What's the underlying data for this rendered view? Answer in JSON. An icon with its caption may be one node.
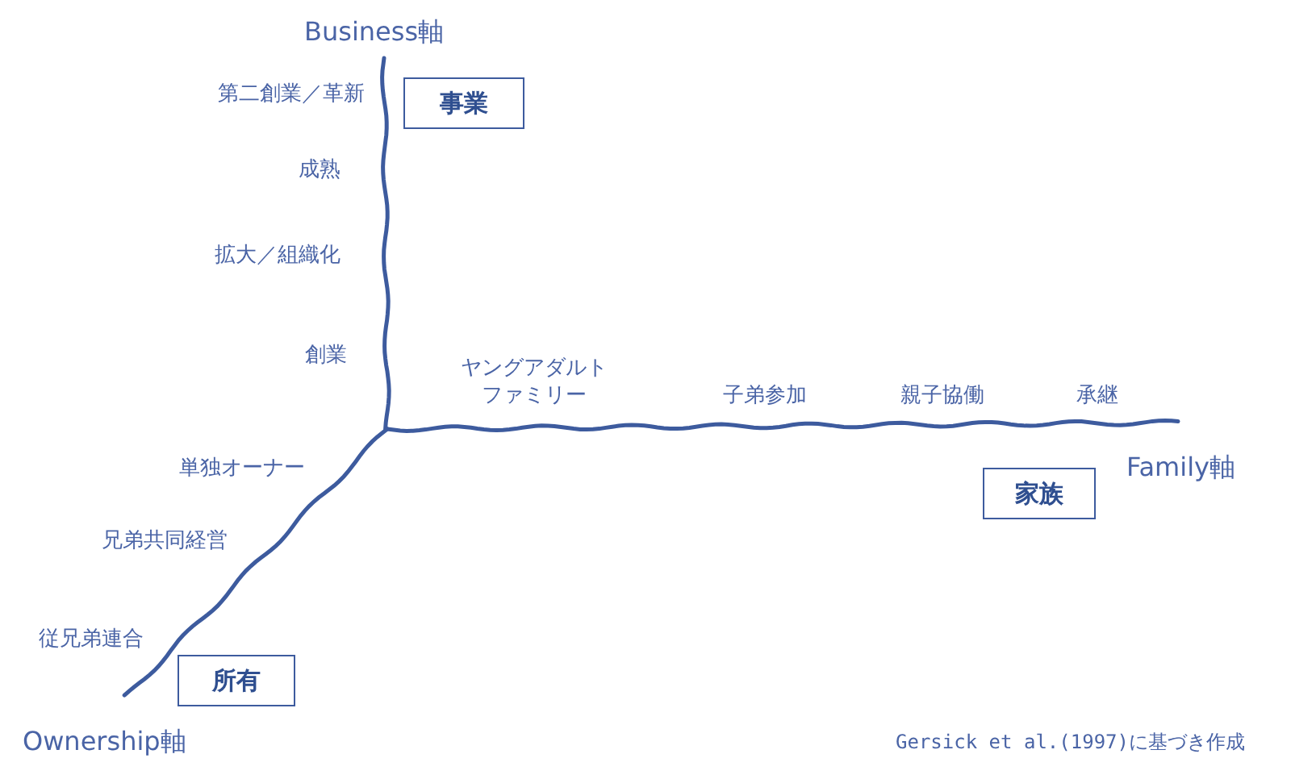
{
  "diagram": {
    "caption": "Gersick et al.(1997)に基づき作成",
    "nodes": [
      {
        "text": [
          "事業"
        ]
      },
      {
        "text": [
          "家族"
        ]
      },
      {
        "text": [
          "所有"
        ]
      }
    ],
    "labels": [
      "Business軸",
      "第二創業／革新",
      "成熟",
      "拡大／組織化",
      "創業",
      "ヤングアダルトファミリー",
      "子弟参加",
      "親子協働",
      "承継",
      "Family軸",
      "単独オーナー",
      "兄弟共同経営",
      "従兄弟連合",
      "Ownership軸"
    ]
  }
}
